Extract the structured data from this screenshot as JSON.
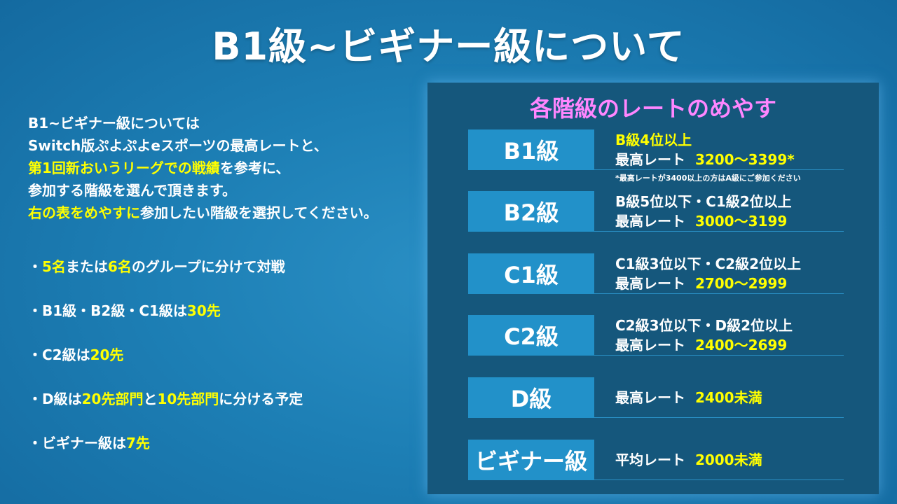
{
  "title": "B1級~ビギナー級について",
  "intro": {
    "line1": "B1~ビギナー級については",
    "line2": "Switch版ぷよぷよeスポーツの最高レートと、",
    "line3_highlight": "第1回新おいうリーグでの戦績",
    "line3_rest": "を参考に、",
    "line4": "参加する階級を選んで頂きます。",
    "line5_highlight": "右の表をめやすに",
    "line5_rest": "参加したい階級を選択してください。"
  },
  "bullets": {
    "b1": {
      "prefix": "・",
      "a": "5名",
      "b": "または",
      "c": "6名",
      "d": "のグループに分けて対戦"
    },
    "b2": {
      "text": "・B1級・B2級・C1級は",
      "hl": "30先"
    },
    "b3": {
      "text": "・C2級は",
      "hl": "20先"
    },
    "b4": {
      "prefix": "・D級は",
      "a": "20先部門",
      "b": "と",
      "c": "10先部門",
      "d": "に分ける予定"
    },
    "b5": {
      "text": "・ビギナー級は",
      "hl": "7先"
    }
  },
  "panel": {
    "title": "各階級のレートのめやす",
    "note": "*最高レートが3400以上の方はA級にご参加ください",
    "rows": [
      {
        "label": "B1級",
        "line1": "B級4位以上",
        "rate_label": "最高レート",
        "rate": "3200〜3399*"
      },
      {
        "label": "B2級",
        "line1": "B級5位以下・C1級2位以上",
        "rate_label": "最高レート",
        "rate": "3000〜3199"
      },
      {
        "label": "C1級",
        "line1": "C1級3位以下・C2級2位以上",
        "rate_label": "最高レート",
        "rate": "2700〜2999"
      },
      {
        "label": "C2級",
        "line1": "C2級3位以下・D級2位以上",
        "rate_label": "最高レート",
        "rate": "2400〜2699"
      },
      {
        "label": "D級",
        "line1": "",
        "rate_label": "最高レート",
        "rate": "2400未満"
      },
      {
        "label": "ビギナー級",
        "line1": "",
        "rate_label": "平均レート",
        "rate": "2000未満"
      }
    ]
  },
  "colors": {
    "highlight": "#ffff00",
    "panel_title": "#ff86ff",
    "label_bg": "#2291c9",
    "panel_bg": "#15577c"
  }
}
